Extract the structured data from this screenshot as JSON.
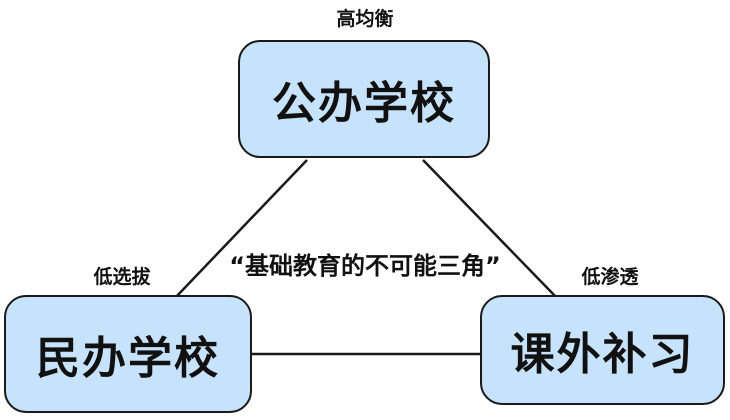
{
  "diagram": {
    "center_label": "“基础教育的不可能三角”",
    "nodes": {
      "top": {
        "label": "公办学校",
        "tag": "高均衡"
      },
      "left": {
        "label": "民办学校",
        "tag": "低选拔"
      },
      "right": {
        "label": "课外补习",
        "tag": "低渗透"
      }
    },
    "colors": {
      "node_fill": "#c7e2fb",
      "stroke": "#1a1a1a",
      "text": "#111111"
    }
  }
}
